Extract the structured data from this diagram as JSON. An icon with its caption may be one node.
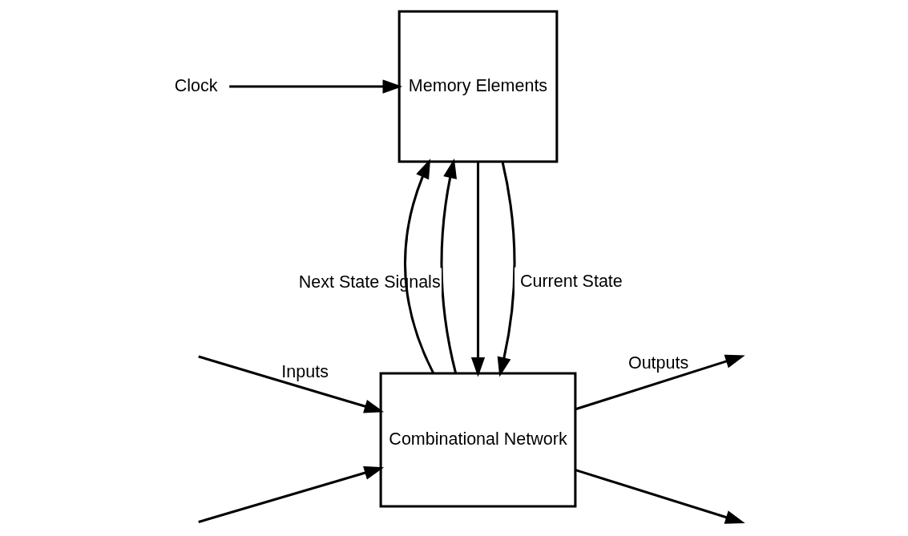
{
  "diagram": {
    "nodes": [
      {
        "text": [
          "Combinational Network"
        ]
      },
      {
        "text": [
          "Memory Elements"
        ]
      },
      {
        "text": [
          "Clock"
        ]
      }
    ],
    "edges": [
      {
        "from": null,
        "to": 0,
        "arrow": "to",
        "label": "Inputs"
      },
      {
        "from": null,
        "to": 0,
        "arrow": "to"
      },
      {
        "from": 0,
        "to": null,
        "arrow": "to",
        "label": "Outputs"
      },
      {
        "from": 0,
        "to": null,
        "arrow": "to"
      },
      {
        "from": 1,
        "to": 0,
        "arrow": "to",
        "label": "Current State"
      },
      {
        "from": 1,
        "to": 0,
        "arrow": "to"
      },
      {
        "from": 0,
        "to": 1,
        "arrow": "to",
        "label": "Next State Signals"
      },
      {
        "from": 0,
        "to": 1,
        "arrow": "to"
      },
      {
        "from": 2,
        "to": 1,
        "arrow": "to"
      }
    ]
  }
}
